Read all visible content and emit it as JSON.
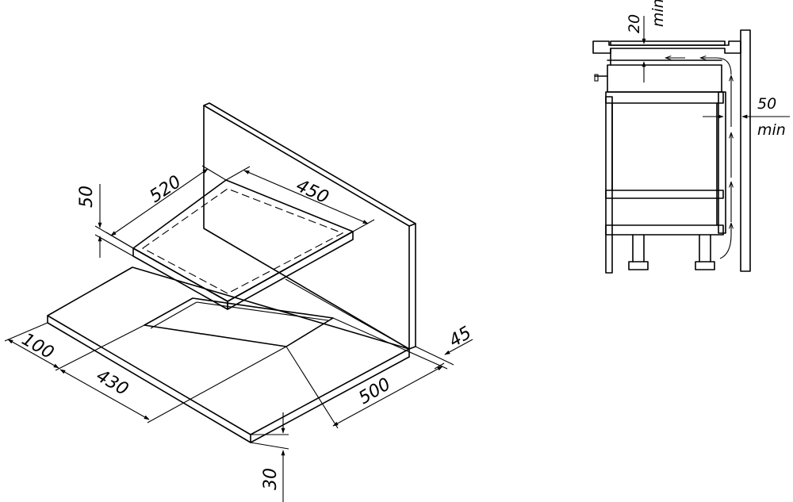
{
  "isometric_view": {
    "dimensions": {
      "hob_width": "520",
      "hob_depth": "450",
      "hob_height": "50",
      "cutout_front_offset": "100",
      "cutout_width": "430",
      "cutout_depth": "500",
      "wall_gap": "45",
      "worktop_thickness": "30"
    }
  },
  "section_view": {
    "dimensions": {
      "top_clearance": "20",
      "top_clearance_unit": "min",
      "rear_gap": "50",
      "rear_gap_unit": "min"
    }
  },
  "colors": {
    "line": "#000000",
    "background": "#ffffff"
  }
}
